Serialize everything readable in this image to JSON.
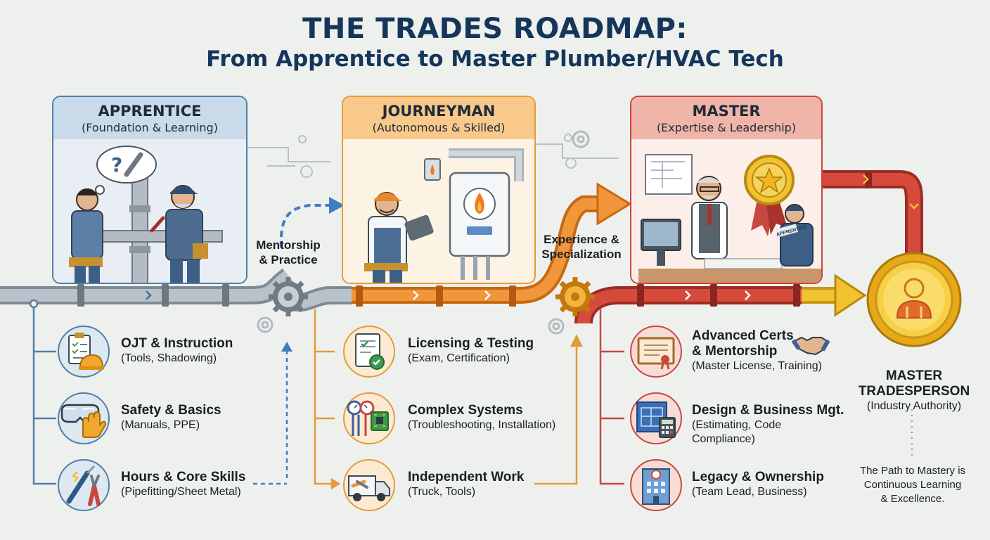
{
  "title": {
    "line1": "THE TRADES ROADMAP:",
    "line2": "From Apprentice to Master Plumber/HVAC Tech"
  },
  "stages": [
    {
      "name": "APPRENTICE",
      "subtitle": "(Foundation & Learning)",
      "color": "#4f7fa8",
      "fill": "#d3e2ef",
      "steps": [
        {
          "title": "OJT & Instruction",
          "subtitle": "(Tools, Shadowing)",
          "icon": "clipboard-hardhat-icon"
        },
        {
          "title": "Safety & Basics",
          "subtitle": "(Manuals, PPE)",
          "icon": "goggles-glove-icon"
        },
        {
          "title": "Hours & Core Skills",
          "subtitle": "(Pipefitting/Sheet Metal)",
          "icon": "tools-icon"
        }
      ]
    },
    {
      "name": "JOURNEYMAN",
      "subtitle": "(Autonomous & Skilled)",
      "color": "#e59a3c",
      "fill": "#fbdcae",
      "steps": [
        {
          "title": "Licensing & Testing",
          "subtitle": "(Exam, Certification)",
          "icon": "certificate-icon"
        },
        {
          "title": "Complex Systems",
          "subtitle": "(Troubleshooting, Installation)",
          "icon": "gauges-circuit-icon"
        },
        {
          "title": "Independent Work",
          "subtitle": "(Truck, Tools)",
          "icon": "van-icon"
        }
      ]
    },
    {
      "name": "MASTER",
      "subtitle": "(Expertise & Leadership)",
      "color": "#c8473f",
      "fill": "#f4c7bd",
      "steps": [
        {
          "title": "Advanced Certs\n& Mentorship",
          "subtitle": "(Master License, Training)",
          "icon": "diploma-handshake-icon"
        },
        {
          "title": "Design & Business Mgt.",
          "subtitle": "(Estimating, Code Compliance)",
          "icon": "blueprint-calculator-icon"
        },
        {
          "title": "Legacy & Ownership",
          "subtitle": "(Team Lead, Business)",
          "icon": "building-icon"
        }
      ]
    }
  ],
  "transitions": [
    {
      "label": "Mentorship\n& Practice"
    },
    {
      "label": "Experience &\nSpecialization"
    }
  ],
  "badge_text": "APPRENTICE",
  "final": {
    "title": "MASTER\nTRADESPERSON",
    "subtitle": "(Industry Authority)",
    "closing": "The Path to Mastery is\nContinuous Learning\n& Excellence."
  },
  "colors": {
    "title": "#15365a",
    "pipe_gray": "#9aa4ad",
    "gold": "#f2c230"
  }
}
